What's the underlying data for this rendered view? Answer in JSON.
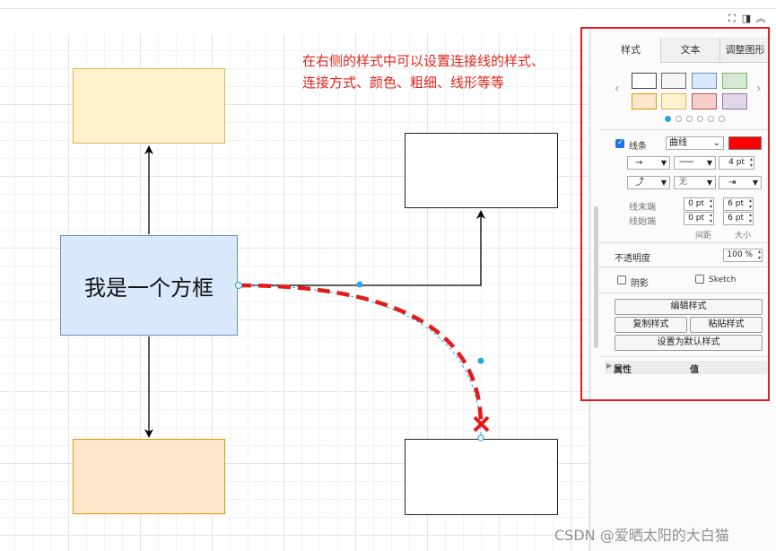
{
  "canvas": {
    "box_main_text": "我是一个方框",
    "annotation_lines": [
      "在右侧的样式中可以设置连接线的样式、",
      "连接方式、颜色、粗细、线形等等"
    ],
    "colors": {
      "orange_fill": "#ffe6cc",
      "orange_stroke": "#d79b00",
      "yellow_fill": "#fff2cc",
      "yellow_stroke": "#d6b656",
      "blue_fill": "#dae8fc",
      "blue_stroke": "#6c8ebf",
      "selected_edge": "#e31b1b",
      "handle": "#29a8e0"
    }
  },
  "toolbar": {
    "icons": [
      "fullscreen-icon",
      "panel-toggle-icon",
      "collapse-icon"
    ]
  },
  "panel": {
    "tabs": [
      "样式",
      "文本",
      "调整图形"
    ],
    "active_tab": "样式",
    "swatches": [
      {
        "fill": "#ffffff",
        "stroke": "#444444"
      },
      {
        "fill": "#f5f5f5",
        "stroke": "#666666"
      },
      {
        "fill": "#dae8fc",
        "stroke": "#6c8ebf"
      },
      {
        "fill": "#d5e8d4",
        "stroke": "#82b366"
      },
      {
        "fill": "#ffe6cc",
        "stroke": "#d79b00"
      },
      {
        "fill": "#fff2cc",
        "stroke": "#d6b656"
      },
      {
        "fill": "#f8cecc",
        "stroke": "#b85450"
      },
      {
        "fill": "#e1d5e7",
        "stroke": "#9673a6"
      }
    ],
    "page_dots": 6,
    "line": {
      "label": "线条",
      "checked": true,
      "style_value": "曲线",
      "color": "#ff0000",
      "width": "4 pt",
      "waypoint_none": "无",
      "line_end_label": "线末端",
      "line_start_label": "线始端",
      "end_spacing": "0 pt",
      "end_size": "6 pt",
      "start_spacing": "0 pt",
      "start_size": "6 pt",
      "spacing_label": "间距",
      "size_label": "大小"
    },
    "opacity_label": "不透明度",
    "opacity_value": "100 %",
    "shadow_label": "阴影",
    "sketch_label": "Sketch",
    "buttons": {
      "edit_style": "编辑样式",
      "copy_style": "复制样式",
      "paste_style": "粘贴样式",
      "set_default": "设置为默认样式"
    },
    "properties": {
      "col_property": "属性",
      "col_value": "值"
    }
  },
  "watermark": "CSDN @爱晒太阳的大白猫"
}
